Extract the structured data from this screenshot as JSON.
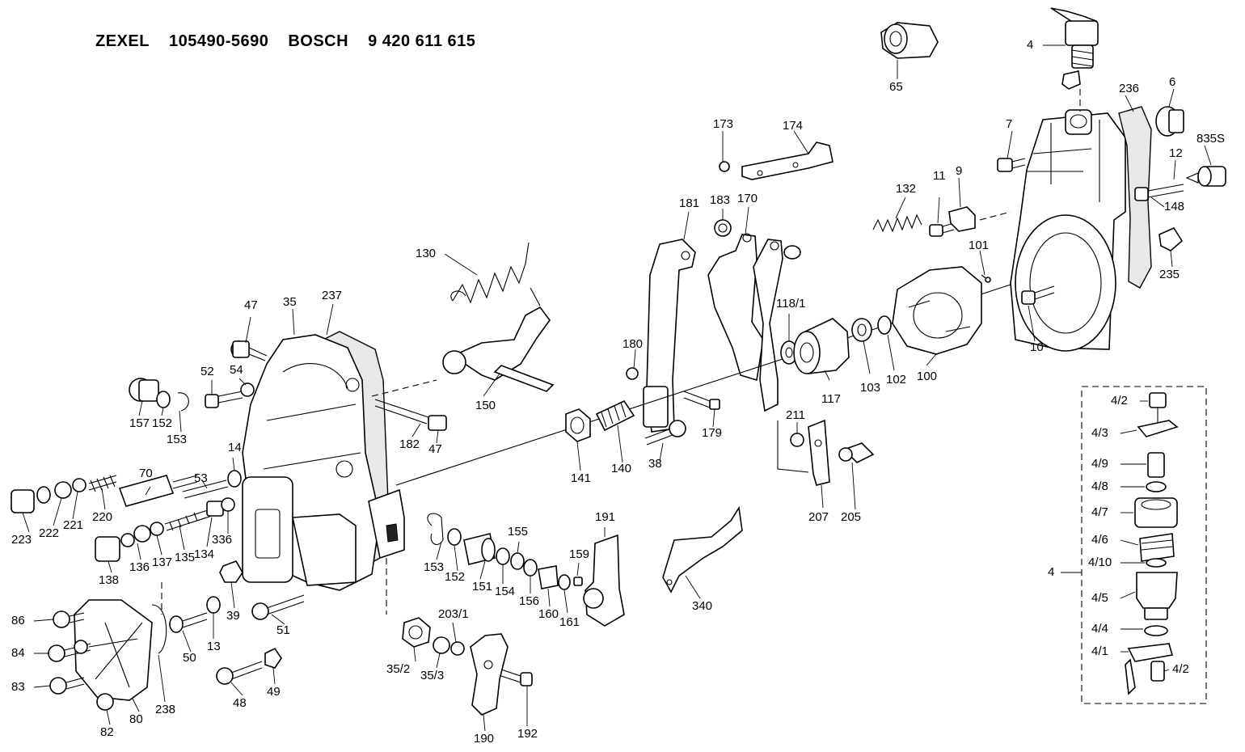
{
  "header": {
    "brand1": "ZEXEL",
    "number1": "105490-5690",
    "brand2": "BOSCH",
    "number2": "9 420 611 615"
  },
  "labels": [
    {
      "id": "l4a",
      "text": "4"
    },
    {
      "id": "l65",
      "text": "65"
    },
    {
      "id": "l236",
      "text": "236"
    },
    {
      "id": "l6",
      "text": "6"
    },
    {
      "id": "l7",
      "text": "7"
    },
    {
      "id": "l835s",
      "text": "835S"
    },
    {
      "id": "l12",
      "text": "12"
    },
    {
      "id": "l148",
      "text": "148"
    },
    {
      "id": "l235",
      "text": "235"
    },
    {
      "id": "l10",
      "text": "10"
    },
    {
      "id": "l173",
      "text": "173"
    },
    {
      "id": "l174",
      "text": "174"
    },
    {
      "id": "l132",
      "text": "132"
    },
    {
      "id": "l11",
      "text": "11"
    },
    {
      "id": "l9",
      "text": "9"
    },
    {
      "id": "l101",
      "text": "101"
    },
    {
      "id": "l181",
      "text": "181"
    },
    {
      "id": "l183",
      "text": "183"
    },
    {
      "id": "l170",
      "text": "170"
    },
    {
      "id": "l130",
      "text": "130"
    },
    {
      "id": "l118_1",
      "text": "118/1"
    },
    {
      "id": "l180",
      "text": "180"
    },
    {
      "id": "l117",
      "text": "117"
    },
    {
      "id": "l103",
      "text": "103"
    },
    {
      "id": "l102",
      "text": "102"
    },
    {
      "id": "l100",
      "text": "100"
    },
    {
      "id": "l47a",
      "text": "47"
    },
    {
      "id": "l35",
      "text": "35"
    },
    {
      "id": "l237",
      "text": "237"
    },
    {
      "id": "l52",
      "text": "52"
    },
    {
      "id": "l54",
      "text": "54"
    },
    {
      "id": "l150",
      "text": "150"
    },
    {
      "id": "l157",
      "text": "157"
    },
    {
      "id": "l152a",
      "text": "152"
    },
    {
      "id": "l153a",
      "text": "153"
    },
    {
      "id": "l182",
      "text": "182"
    },
    {
      "id": "l47b",
      "text": "47"
    },
    {
      "id": "l141",
      "text": "141"
    },
    {
      "id": "l140",
      "text": "140"
    },
    {
      "id": "l38",
      "text": "38"
    },
    {
      "id": "l179",
      "text": "179"
    },
    {
      "id": "l211",
      "text": "211"
    },
    {
      "id": "l207",
      "text": "207"
    },
    {
      "id": "l205",
      "text": "205"
    },
    {
      "id": "l53",
      "text": "53"
    },
    {
      "id": "l14",
      "text": "14"
    },
    {
      "id": "l70",
      "text": "70"
    },
    {
      "id": "l220",
      "text": "220"
    },
    {
      "id": "l221",
      "text": "221"
    },
    {
      "id": "l222",
      "text": "222"
    },
    {
      "id": "l223",
      "text": "223"
    },
    {
      "id": "l138",
      "text": "138"
    },
    {
      "id": "l136",
      "text": "136"
    },
    {
      "id": "l137",
      "text": "137"
    },
    {
      "id": "l135",
      "text": "135"
    },
    {
      "id": "l134",
      "text": "134"
    },
    {
      "id": "l336",
      "text": "336"
    },
    {
      "id": "l39",
      "text": "39"
    },
    {
      "id": "l153b",
      "text": "153"
    },
    {
      "id": "l152b",
      "text": "152"
    },
    {
      "id": "l151",
      "text": "151"
    },
    {
      "id": "l154",
      "text": "154"
    },
    {
      "id": "l155",
      "text": "155"
    },
    {
      "id": "l156",
      "text": "156"
    },
    {
      "id": "l160",
      "text": "160"
    },
    {
      "id": "l161",
      "text": "161"
    },
    {
      "id": "l159",
      "text": "159"
    },
    {
      "id": "l191",
      "text": "191"
    },
    {
      "id": "l340",
      "text": "340"
    },
    {
      "id": "l86",
      "text": "86"
    },
    {
      "id": "l84",
      "text": "84"
    },
    {
      "id": "l83",
      "text": "83"
    },
    {
      "id": "l82",
      "text": "82"
    },
    {
      "id": "l80",
      "text": "80"
    },
    {
      "id": "l238",
      "text": "238"
    },
    {
      "id": "l50",
      "text": "50"
    },
    {
      "id": "l13",
      "text": "13"
    },
    {
      "id": "l51",
      "text": "51"
    },
    {
      "id": "l48",
      "text": "48"
    },
    {
      "id": "l49",
      "text": "49"
    },
    {
      "id": "l35_2",
      "text": "35/2"
    },
    {
      "id": "l35_3",
      "text": "35/3"
    },
    {
      "id": "l203_1",
      "text": "203/1"
    },
    {
      "id": "l190",
      "text": "190"
    },
    {
      "id": "l192",
      "text": "192"
    },
    {
      "id": "l4_2a",
      "text": "4/2"
    },
    {
      "id": "l4_3",
      "text": "4/3"
    },
    {
      "id": "l4_9",
      "text": "4/9"
    },
    {
      "id": "l4_8",
      "text": "4/8"
    },
    {
      "id": "l4_7",
      "text": "4/7"
    },
    {
      "id": "l4_6",
      "text": "4/6"
    },
    {
      "id": "l4_10",
      "text": "4/10"
    },
    {
      "id": "l4b",
      "text": "4"
    },
    {
      "id": "l4_5",
      "text": "4/5"
    },
    {
      "id": "l4_4",
      "text": "4/4"
    },
    {
      "id": "l4_1",
      "text": "4/1"
    },
    {
      "id": "l4_2b",
      "text": "4/2"
    }
  ]
}
